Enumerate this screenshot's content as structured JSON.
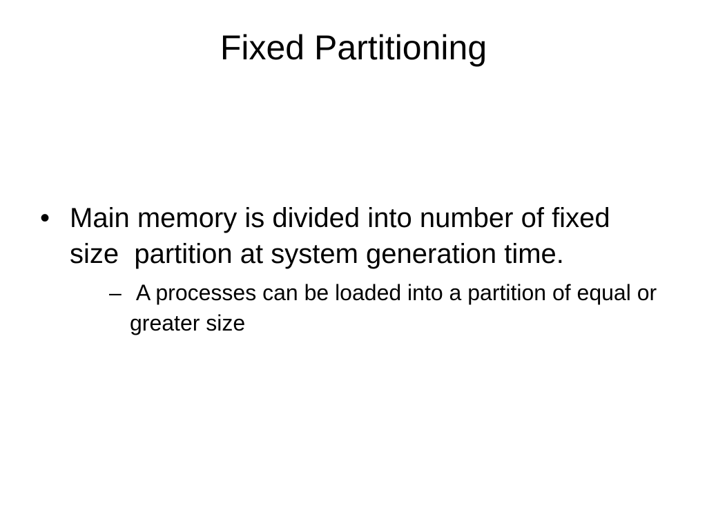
{
  "slide": {
    "title": "Fixed Partitioning",
    "bullets": [
      {
        "marker": "•",
        "text": "Main memory is divided into number of fixed size  partition at system generation time.",
        "sub_bullets": [
          {
            "marker": "–",
            "text": " A processes can be loaded into a partition of equal or greater size"
          }
        ]
      }
    ]
  }
}
